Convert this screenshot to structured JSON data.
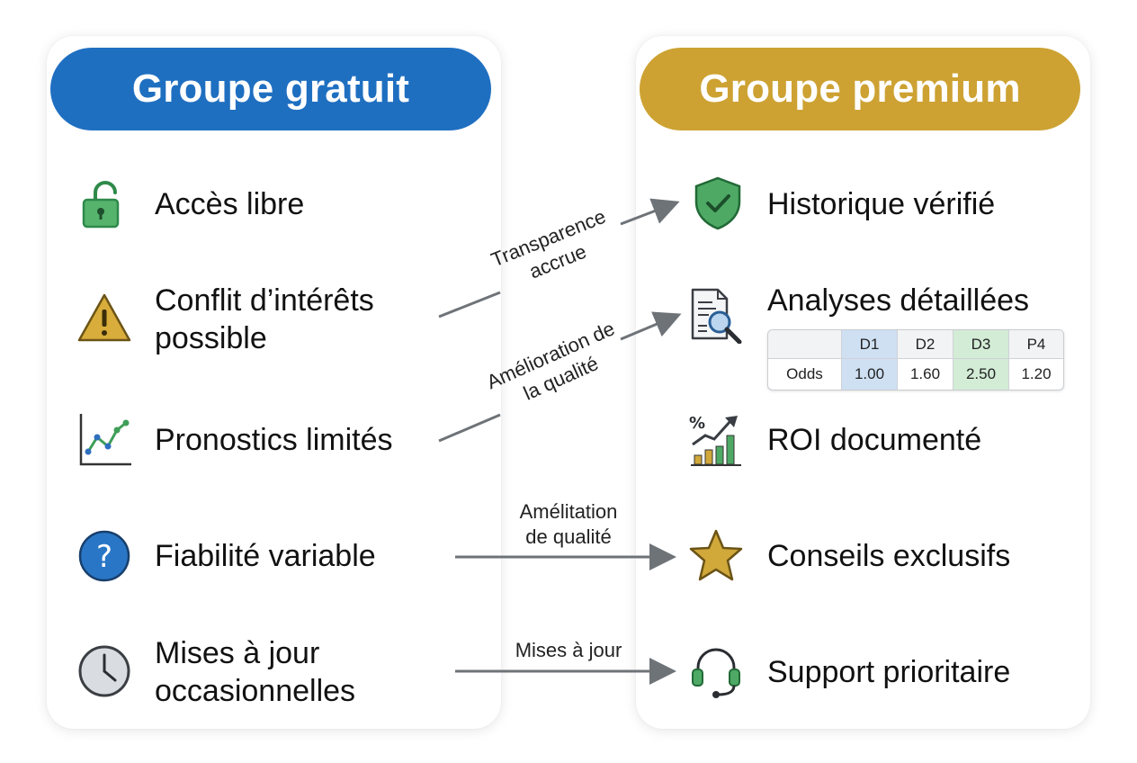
{
  "left_panel": {
    "title": "Groupe gratuit",
    "items": [
      {
        "icon": "unlocked-padlock-icon",
        "line1": "Accès libre",
        "line2": ""
      },
      {
        "icon": "warning-triangle-icon",
        "line1": "Conflit d’intérêts",
        "line2": "possible"
      },
      {
        "icon": "line-chart-icon",
        "line1": "Pronostics limités",
        "line2": ""
      },
      {
        "icon": "question-circle-icon",
        "line1": "Fiabilité variable",
        "line2": ""
      },
      {
        "icon": "clock-icon",
        "line1": "Mises à jour",
        "line2": "occasionnelles"
      }
    ]
  },
  "right_panel": {
    "title": "Groupe premium",
    "items": [
      {
        "icon": "shield-check-icon",
        "label": "Historique vérifié"
      },
      {
        "icon": "document-magnifier-icon",
        "label": "Analyses détaillées"
      },
      {
        "icon": "roi-bar-chart-icon",
        "label": "ROI documenté"
      },
      {
        "icon": "star-icon",
        "label": "Conseils exclusifs"
      },
      {
        "icon": "headset-icon",
        "label": "Support prioritaire"
      }
    ],
    "odds_table": {
      "headers": [
        "",
        "D1",
        "D2",
        "D3",
        "P4"
      ],
      "row": [
        "Odds",
        "1.00",
        "1.60",
        "2.50",
        "1.20"
      ]
    }
  },
  "arrows": [
    {
      "line1": "Transparence",
      "line2": "accrue"
    },
    {
      "line1": "Amélioration de",
      "line2": "la qualité"
    },
    {
      "line1": "Amélitation",
      "line2": "de qualité"
    },
    {
      "line1": "Mises à jour",
      "line2": ""
    }
  ],
  "colors": {
    "free_header": "#1f6fc1",
    "premium_header": "#cda232",
    "green": "#3f9e58",
    "gold": "#d1a83a",
    "arrow": "#6e7378"
  }
}
